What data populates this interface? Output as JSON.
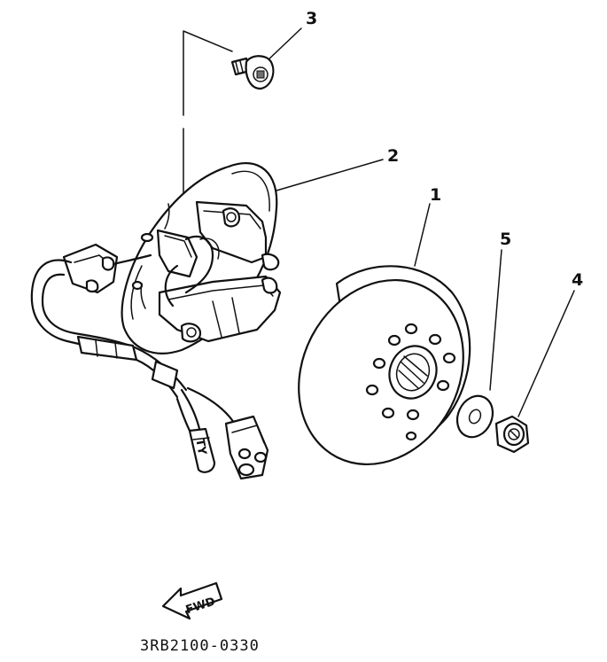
{
  "callouts": {
    "flywheel_rotor": "1",
    "stator_assembly": "2",
    "screw": "3",
    "nut": "4",
    "washer": "5"
  },
  "fwd_label": "FWD",
  "reference_code": "3RB2100-0330"
}
